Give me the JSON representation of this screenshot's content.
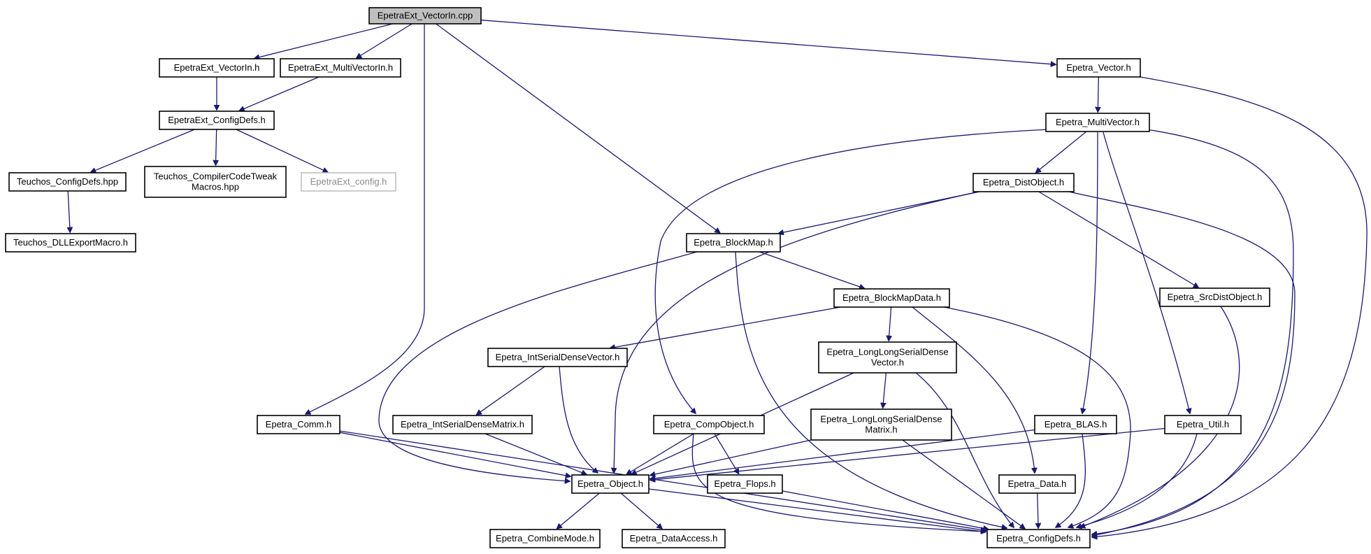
{
  "colors": {
    "edge": "#191970",
    "node_border": "#000000",
    "root_fill": "#bfbfbf",
    "missing_border": "#bfbfbf",
    "missing_text": "#8c8c8c"
  },
  "nodes": [
    {
      "id": "root",
      "lines": [
        "EpetraExt_VectorIn.cpp"
      ],
      "style": "root"
    },
    {
      "id": "vin_h",
      "lines": [
        "EpetraExt_VectorIn.h"
      ]
    },
    {
      "id": "mvin_h",
      "lines": [
        "EpetraExt_MultiVectorIn.h"
      ]
    },
    {
      "id": "ext_cfg",
      "lines": [
        "EpetraExt_ConfigDefs.h"
      ]
    },
    {
      "id": "teu_cfg",
      "lines": [
        "Teuchos_ConfigDefs.hpp"
      ]
    },
    {
      "id": "teu_ccm",
      "lines": [
        "Teuchos_CompilerCodeTweak",
        "Macros.hpp"
      ]
    },
    {
      "id": "ext_config",
      "lines": [
        "EpetraExt_config.h"
      ],
      "style": "missing"
    },
    {
      "id": "teu_dll",
      "lines": [
        "Teuchos_DLLExportMacro.h"
      ]
    },
    {
      "id": "vec_h",
      "lines": [
        "Epetra_Vector.h"
      ]
    },
    {
      "id": "mv_h",
      "lines": [
        "Epetra_MultiVector.h"
      ]
    },
    {
      "id": "dist_h",
      "lines": [
        "Epetra_DistObject.h"
      ]
    },
    {
      "id": "bmap_h",
      "lines": [
        "Epetra_BlockMap.h"
      ]
    },
    {
      "id": "bmapd_h",
      "lines": [
        "Epetra_BlockMapData.h"
      ]
    },
    {
      "id": "src_h",
      "lines": [
        "Epetra_SrcDistObject.h"
      ]
    },
    {
      "id": "isdv_h",
      "lines": [
        "Epetra_IntSerialDenseVector.h"
      ]
    },
    {
      "id": "llsdv_h",
      "lines": [
        "Epetra_LongLongSerialDense",
        "Vector.h"
      ]
    },
    {
      "id": "comm_h",
      "lines": [
        "Epetra_Comm.h"
      ]
    },
    {
      "id": "isdm_h",
      "lines": [
        "Epetra_IntSerialDenseMatrix.h"
      ]
    },
    {
      "id": "comp_h",
      "lines": [
        "Epetra_CompObject.h"
      ]
    },
    {
      "id": "llsdm_h",
      "lines": [
        "Epetra_LongLongSerialDense",
        "Matrix.h"
      ]
    },
    {
      "id": "blas_h",
      "lines": [
        "Epetra_BLAS.h"
      ]
    },
    {
      "id": "util_h",
      "lines": [
        "Epetra_Util.h"
      ]
    },
    {
      "id": "obj_h",
      "lines": [
        "Epetra_Object.h"
      ]
    },
    {
      "id": "flops_h",
      "lines": [
        "Epetra_Flops.h"
      ]
    },
    {
      "id": "data_h",
      "lines": [
        "Epetra_Data.h"
      ]
    },
    {
      "id": "comb_h",
      "lines": [
        "Epetra_CombineMode.h"
      ]
    },
    {
      "id": "dacc_h",
      "lines": [
        "Epetra_DataAccess.h"
      ]
    },
    {
      "id": "cfg_h",
      "lines": [
        "Epetra_ConfigDefs.h"
      ]
    }
  ],
  "edges": [
    [
      "root",
      "vin_h"
    ],
    [
      "root",
      "mvin_h"
    ],
    [
      "root",
      "vec_h"
    ],
    [
      "root",
      "bmap_h"
    ],
    [
      "root",
      "comm_h"
    ],
    [
      "vin_h",
      "ext_cfg"
    ],
    [
      "mvin_h",
      "ext_cfg"
    ],
    [
      "ext_cfg",
      "teu_cfg"
    ],
    [
      "ext_cfg",
      "teu_ccm"
    ],
    [
      "ext_cfg",
      "ext_config"
    ],
    [
      "teu_cfg",
      "teu_dll"
    ],
    [
      "vec_h",
      "mv_h"
    ],
    [
      "vec_h",
      "cfg_h"
    ],
    [
      "mv_h",
      "dist_h"
    ],
    [
      "mv_h",
      "comp_h"
    ],
    [
      "mv_h",
      "blas_h"
    ],
    [
      "mv_h",
      "util_h"
    ],
    [
      "mv_h",
      "cfg_h"
    ],
    [
      "dist_h",
      "bmap_h"
    ],
    [
      "dist_h",
      "obj_h"
    ],
    [
      "dist_h",
      "src_h"
    ],
    [
      "dist_h",
      "cfg_h"
    ],
    [
      "bmap_h",
      "bmapd_h"
    ],
    [
      "bmap_h",
      "obj_h"
    ],
    [
      "bmap_h",
      "cfg_h"
    ],
    [
      "bmapd_h",
      "isdv_h"
    ],
    [
      "bmapd_h",
      "llsdv_h"
    ],
    [
      "bmapd_h",
      "data_h"
    ],
    [
      "bmapd_h",
      "cfg_h"
    ],
    [
      "src_h",
      "cfg_h"
    ],
    [
      "isdv_h",
      "isdm_h"
    ],
    [
      "isdv_h",
      "obj_h"
    ],
    [
      "llsdv_h",
      "llsdm_h"
    ],
    [
      "llsdv_h",
      "obj_h"
    ],
    [
      "llsdv_h",
      "cfg_h"
    ],
    [
      "comm_h",
      "obj_h"
    ],
    [
      "comm_h",
      "cfg_h"
    ],
    [
      "isdm_h",
      "obj_h"
    ],
    [
      "comp_h",
      "obj_h"
    ],
    [
      "comp_h",
      "flops_h"
    ],
    [
      "comp_h",
      "cfg_h"
    ],
    [
      "llsdm_h",
      "obj_h"
    ],
    [
      "llsdm_h",
      "cfg_h"
    ],
    [
      "blas_h",
      "obj_h"
    ],
    [
      "blas_h",
      "cfg_h"
    ],
    [
      "util_h",
      "obj_h"
    ],
    [
      "util_h",
      "cfg_h"
    ],
    [
      "obj_h",
      "comb_h"
    ],
    [
      "obj_h",
      "dacc_h"
    ],
    [
      "obj_h",
      "cfg_h"
    ],
    [
      "flops_h",
      "cfg_h"
    ],
    [
      "data_h",
      "cfg_h"
    ]
  ]
}
